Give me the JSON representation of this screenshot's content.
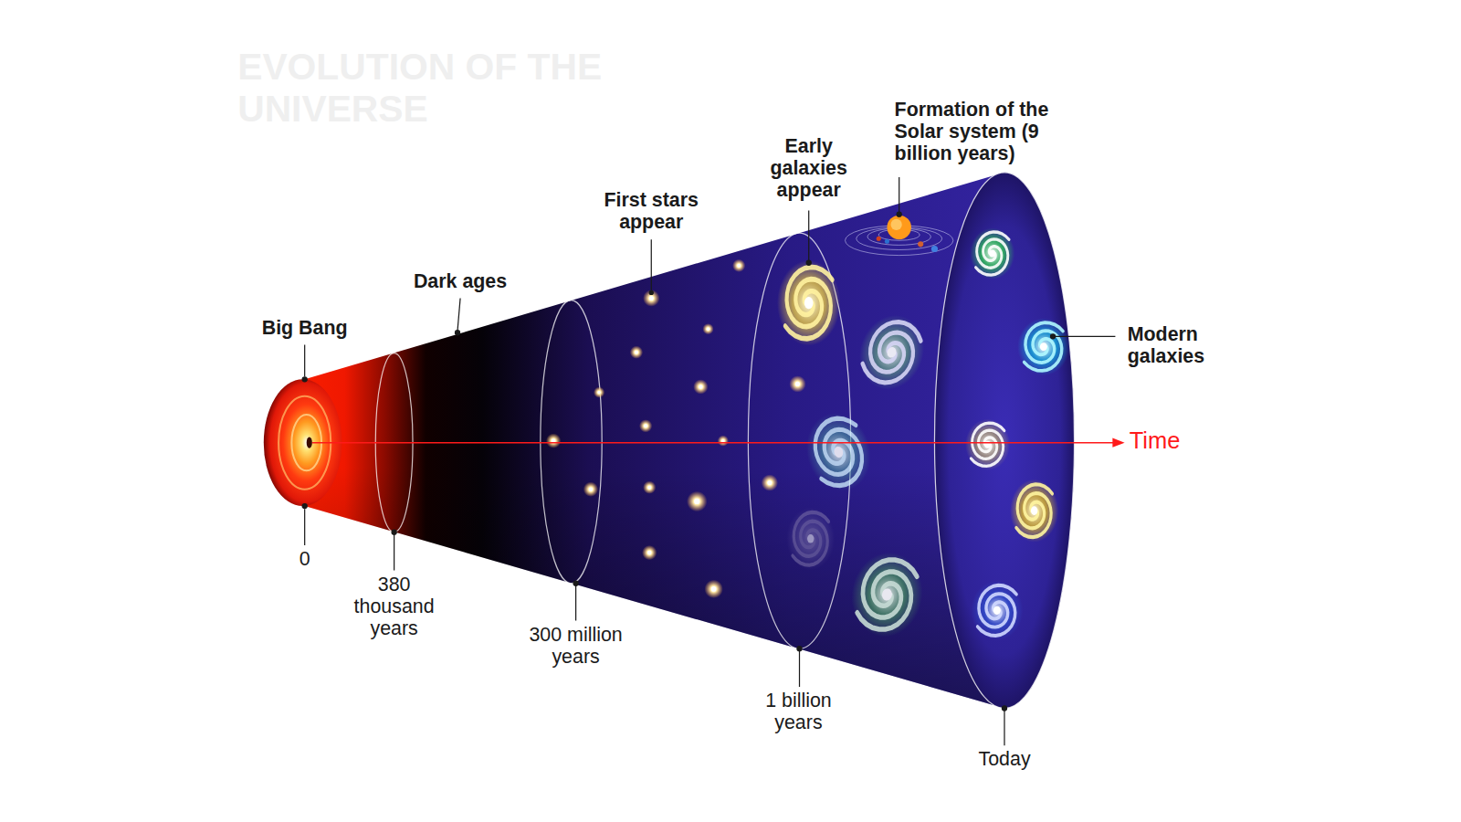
{
  "diagram": {
    "labels": [
      "EVOLUTION OF THE UNIVERSE",
      "Big Bang",
      "Dark ages",
      "First stars appear",
      "Early galaxies appear",
      "Formation of the Solar system (9 billion years)",
      "Modern galaxies",
      "Time",
      "0",
      "380 thousand years",
      "300 million years",
      "1 billion years",
      "Today"
    ]
  }
}
